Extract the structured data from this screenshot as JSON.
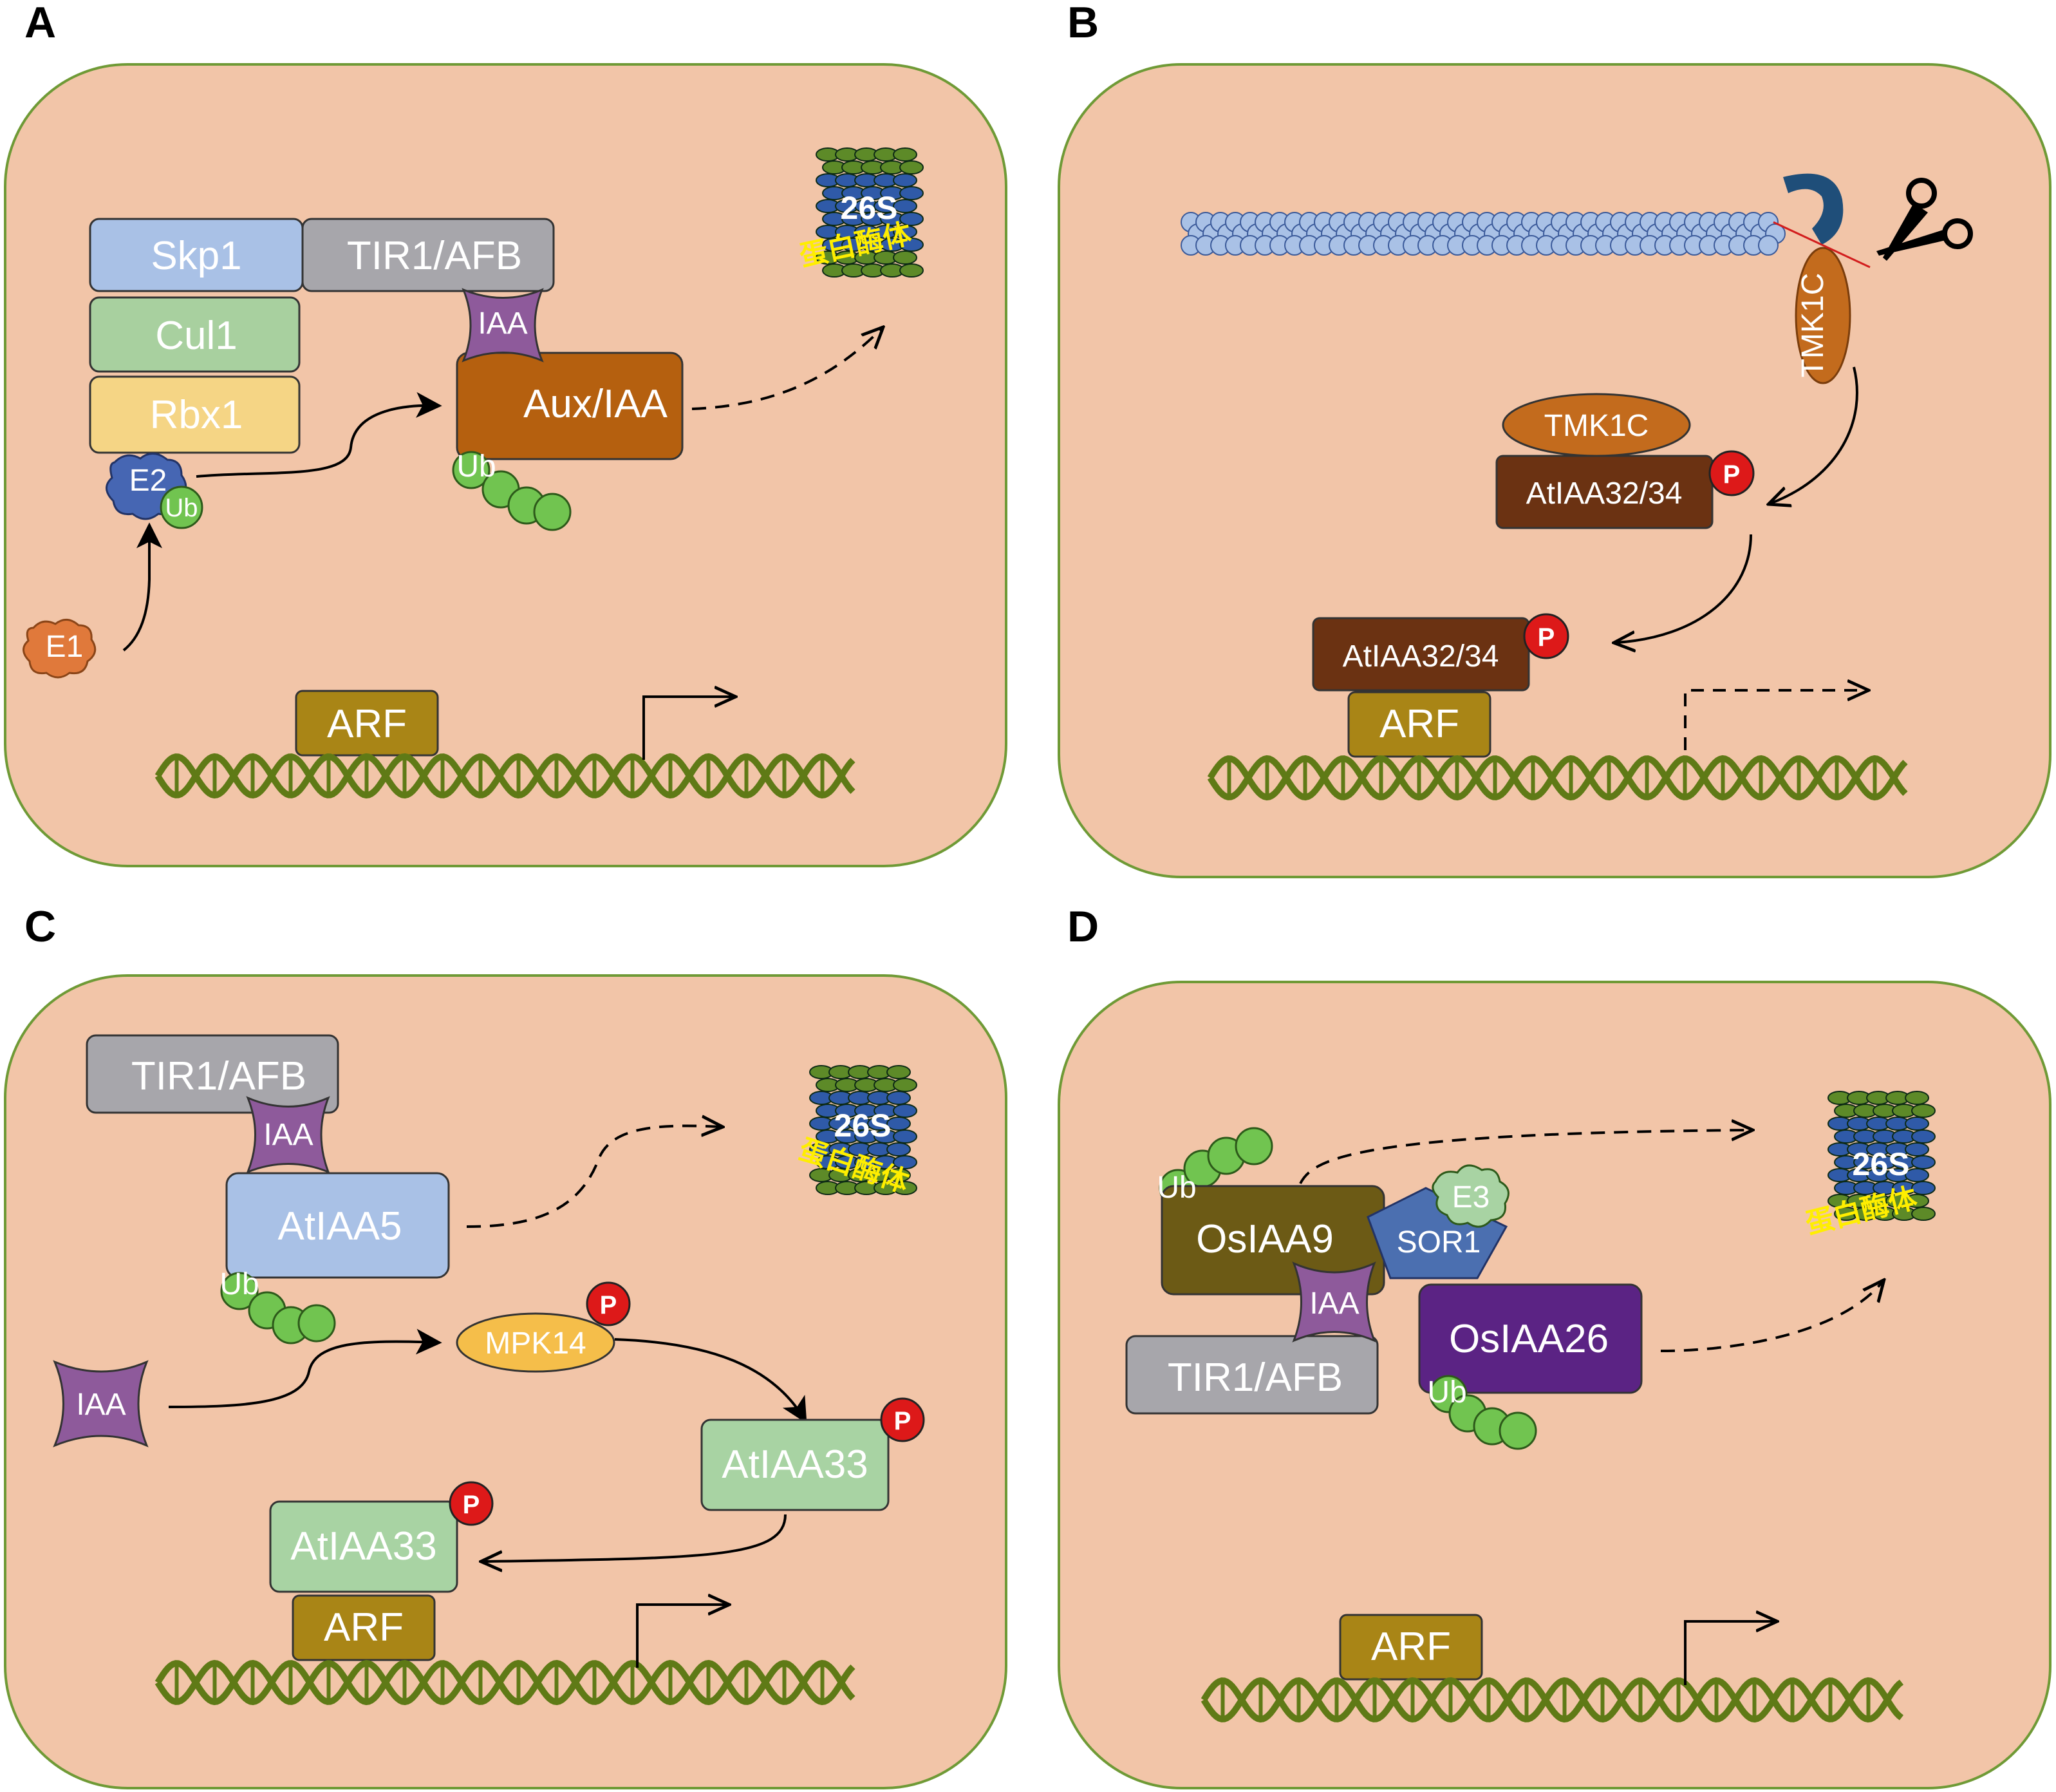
{
  "panels": {
    "A": {
      "label": "A",
      "skp1": "Skp1",
      "tir1": "TIR1/AFB",
      "cul1": "Cul1",
      "rbx1": "Rbx1",
      "iaa": "IAA",
      "auxiaa": "Aux/IAA",
      "e2": "E2",
      "ub1": "Ub",
      "ub2": "Ub",
      "e1": "E1",
      "proteasome_26s": "26S",
      "proteasome_cn": "蛋白酶体",
      "arf": "ARF"
    },
    "B": {
      "label": "B",
      "tmk1c_membrane": "TMK1C",
      "tmk1c": "TMK1C",
      "atiaa_top": "AtIAA32/34",
      "p_top": "P",
      "atiaa_bottom": "AtIAA32/34",
      "p_bottom": "P",
      "arf": "ARF"
    },
    "C": {
      "label": "C",
      "tir1": "TIR1/AFB",
      "iaa_bound": "IAA",
      "atiaa5": "AtIAA5",
      "ub": "Ub",
      "proteasome_26s": "26S",
      "proteasome_cn": "蛋白酶体",
      "iaa_free": "IAA",
      "mpk14": "MPK14",
      "p_mpk14": "P",
      "atiaa33_right": "AtIAA33",
      "p_right": "P",
      "atiaa33_left": "AtIAA33",
      "p_left": "P",
      "arf": "ARF"
    },
    "D": {
      "label": "D",
      "ub1": "Ub",
      "osiaa9": "OsIAA9",
      "e3": "E3",
      "sor1": "SOR1",
      "iaa": "IAA",
      "osiaa26": "OsIAA26",
      "tir1": "TIR1/AFB",
      "ub2": "Ub",
      "proteasome_26s": "26S",
      "proteasome_cn": "蛋白酶体",
      "arf": "ARF"
    }
  },
  "colors": {
    "cell_fill": "#f2c5a8",
    "cell_border": "#6f9a36",
    "skp1": "#a9c1e6",
    "cul1": "#a8d09f",
    "rbx1": "#f5d585",
    "tir1": "#a7a6ab",
    "auxiaa": "#b5600f",
    "iaa": "#8e5a9b",
    "arf": "#a98516",
    "ub": "#71c450",
    "e1": "#e0793b",
    "e2": "#4666b3",
    "atiaa32": "#6b3212",
    "tmk1c": "#c36b1d",
    "p_badge": "#dd1919",
    "atiaa5": "#a9c1e6",
    "mpk14": "#f5be4a",
    "atiaa33": "#a8d3a3",
    "osiaa9": "#6c5a15",
    "osiaa26": "#5b2384",
    "sor1": "#4b6fb0",
    "dna": "#5f7a16",
    "microtubule": "#a9c1e6"
  }
}
